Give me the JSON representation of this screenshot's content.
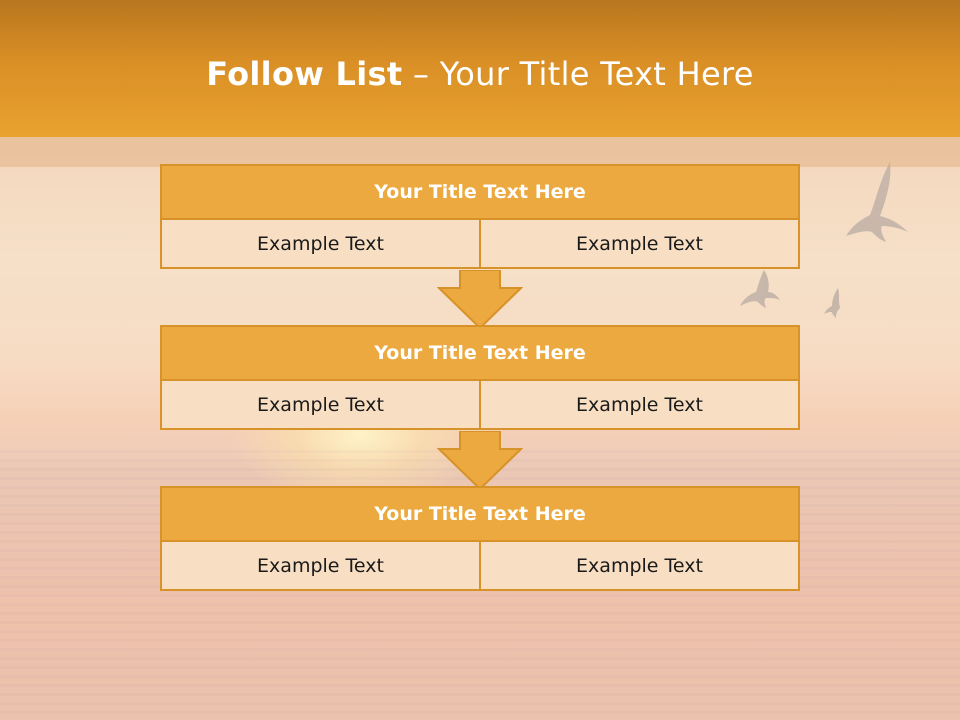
{
  "slide": {
    "title_bold": "Follow List",
    "title_rest": " – Your Title Text Here"
  },
  "steps": [
    {
      "title": "Your Title Text Here",
      "left": "Example Text",
      "right": "Example Text"
    },
    {
      "title": "Your Title Text Here",
      "left": "Example Text",
      "right": "Example Text"
    },
    {
      "title": "Your Title Text Here",
      "left": "Example Text",
      "right": "Example Text"
    }
  ],
  "colors": {
    "header": "#e9a22f",
    "box_title": "#eba93f",
    "box_row": "#f8dfc3",
    "border": "#d8922a",
    "arrow": "#eba93f"
  },
  "icons": {
    "arrow": "down-arrow-icon",
    "birds": "seagulls-illustration"
  }
}
